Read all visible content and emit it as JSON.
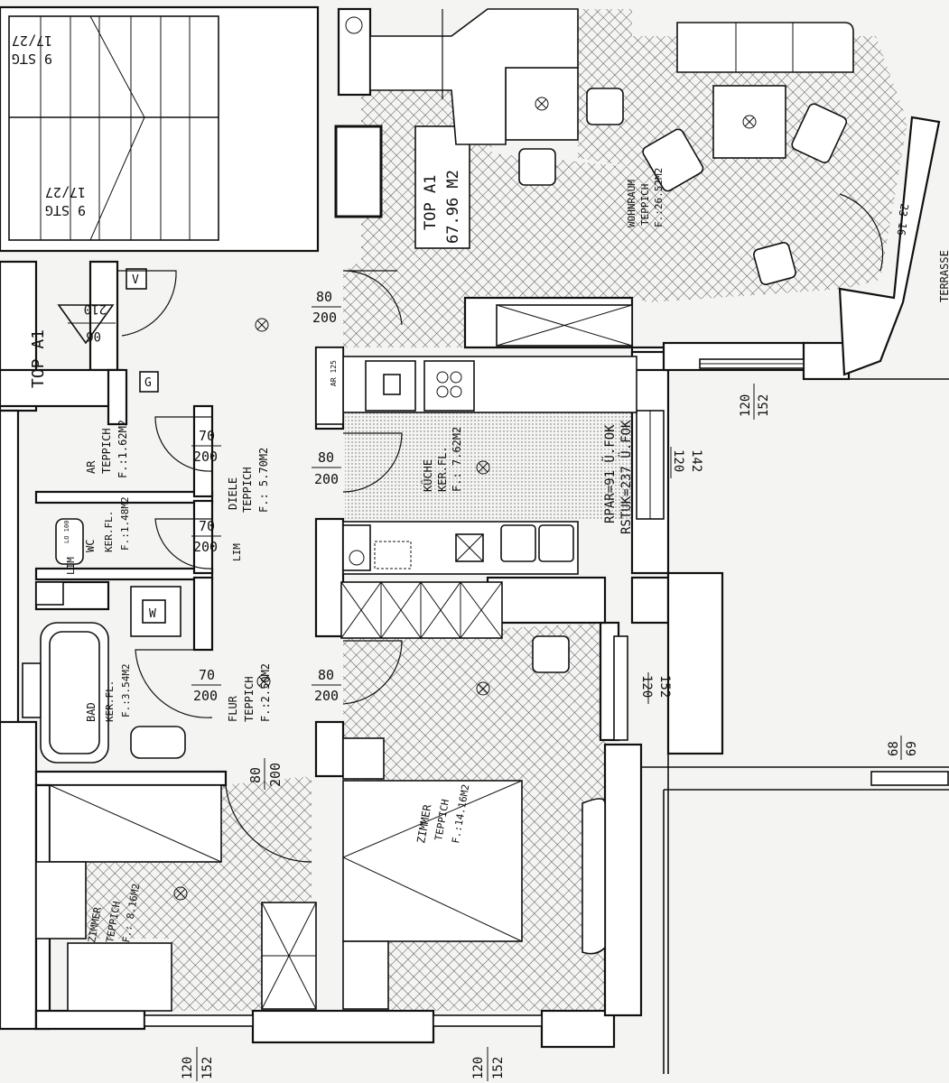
{
  "plan": {
    "stairs": {
      "top_label": "9 STG",
      "top_ratio": "17/27",
      "bottom_label": "9 STG",
      "bottom_ratio": "17/27"
    },
    "unit_label": "TOP A1",
    "entry_dims": {
      "a": "210",
      "b": "06"
    },
    "meter_labels": {
      "v": "V",
      "g": "G",
      "w": "W"
    },
    "living": {
      "title": "TOP A1",
      "area": "67.96 M2",
      "name": "WOHNRAUM",
      "floor": "TEPPICH",
      "room_area": "F.:26.52M2"
    },
    "terrace": "TERRASSE",
    "terrace_dims": {
      "a": "23",
      "b": "16"
    },
    "kitchen": {
      "name": "KÜCHE",
      "floor": "KER.FL.",
      "area": "F.: 7.62M2",
      "rpar": "RPAR=91 Ü.FOK",
      "rstuk": "RSTUK=237 Ü.FOK",
      "ar_label": "AR 125"
    },
    "ar": {
      "name": "AR",
      "floor": "TEPPICH",
      "area": "F.:1.62M2"
    },
    "diele": {
      "name": "DIELE",
      "floor": "TEPPICH",
      "area": "F.: 5.70M2"
    },
    "wc": {
      "name": "WC",
      "floor": "KER.FL.",
      "area": "F.:1.48M2",
      "lo": "LO 100",
      "lim": "LIM"
    },
    "lim2": "LIM",
    "bad": {
      "name": "BAD",
      "floor": "KER.FL.",
      "area": "F.:3.54M2"
    },
    "flur": {
      "name": "FLUR",
      "floor": "TEPPICH",
      "area": "F.:2.50M2"
    },
    "zimmer1": {
      "name": "ZIMMER",
      "floor": "TEPPICH",
      "area": "F.:14.16M2"
    },
    "zimmer2": {
      "name": "ZIMMER",
      "floor": "TEPPICH",
      "area": "F.: 8.16M2"
    },
    "doors": {
      "d1_w": "80",
      "d1_h": "200",
      "d2_w": "80",
      "d2_h": "200",
      "d3_w": "80",
      "d3_h": "200",
      "d4_w": "70",
      "d4_h": "200",
      "d5_w": "70",
      "d5_h": "200",
      "d6_w": "70",
      "d6_h": "200",
      "d7_w": "80",
      "d7_h": "200"
    },
    "windows": {
      "w1_a": "120",
      "w1_b": "152",
      "w2_a": "120",
      "w2_b": "142",
      "w3_a": "120",
      "w3_b": "152",
      "w4_a": "68",
      "w4_b": "69",
      "w5_a": "120",
      "w5_b": "152",
      "w6_a": "120",
      "w6_b": "152"
    }
  }
}
